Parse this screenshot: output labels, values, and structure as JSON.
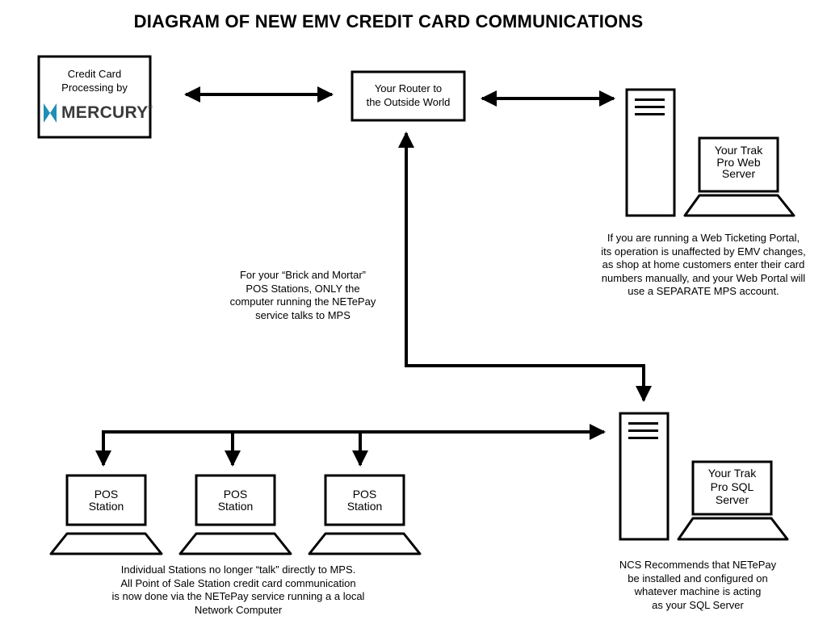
{
  "title": "DIAGRAM OF NEW EMV CREDIT CARD COMMUNICATIONS",
  "nodes": {
    "credit_card": {
      "line1": "Credit Card",
      "line2": "Processing by",
      "logo_text": "MERCURY",
      "logo_mark": "®",
      "logo_color": "#1f8fb3"
    },
    "router": {
      "line1": "Your Router to",
      "line2": "the Outside World"
    },
    "web_server": {
      "line1": "Your Trak",
      "line2": "Pro Web",
      "line3": "Server"
    },
    "sql_server": {
      "line1": "Your Trak",
      "line2": "Pro SQL",
      "line3": "Server"
    },
    "pos_stations": [
      {
        "line1": "POS",
        "line2": "Station"
      },
      {
        "line1": "POS",
        "line2": "Station"
      },
      {
        "line1": "POS",
        "line2": "Station"
      }
    ]
  },
  "notes": {
    "web_portal": [
      "If you are running a Web Ticketing Portal,",
      "its operation is unaffected by EMV changes,",
      "as shop at home customers enter their card",
      "numbers manually, and your Web Portal will",
      "use a SEPARATE MPS account."
    ],
    "brick_mortar": [
      "For your “Brick and Mortar”",
      "POS Stations, ONLY the",
      "computer running the NETePay",
      "service talks to MPS"
    ],
    "stations": [
      "Individual Stations no longer “talk” directly to MPS.",
      "All Point of Sale Station credit card communication",
      "is now done via the NETePay service running a a local",
      "Network Computer"
    ],
    "ncs": [
      "NCS Recommends that NETePay",
      "be installed and configured on",
      "whatever machine is acting",
      "as your SQL Server"
    ]
  }
}
